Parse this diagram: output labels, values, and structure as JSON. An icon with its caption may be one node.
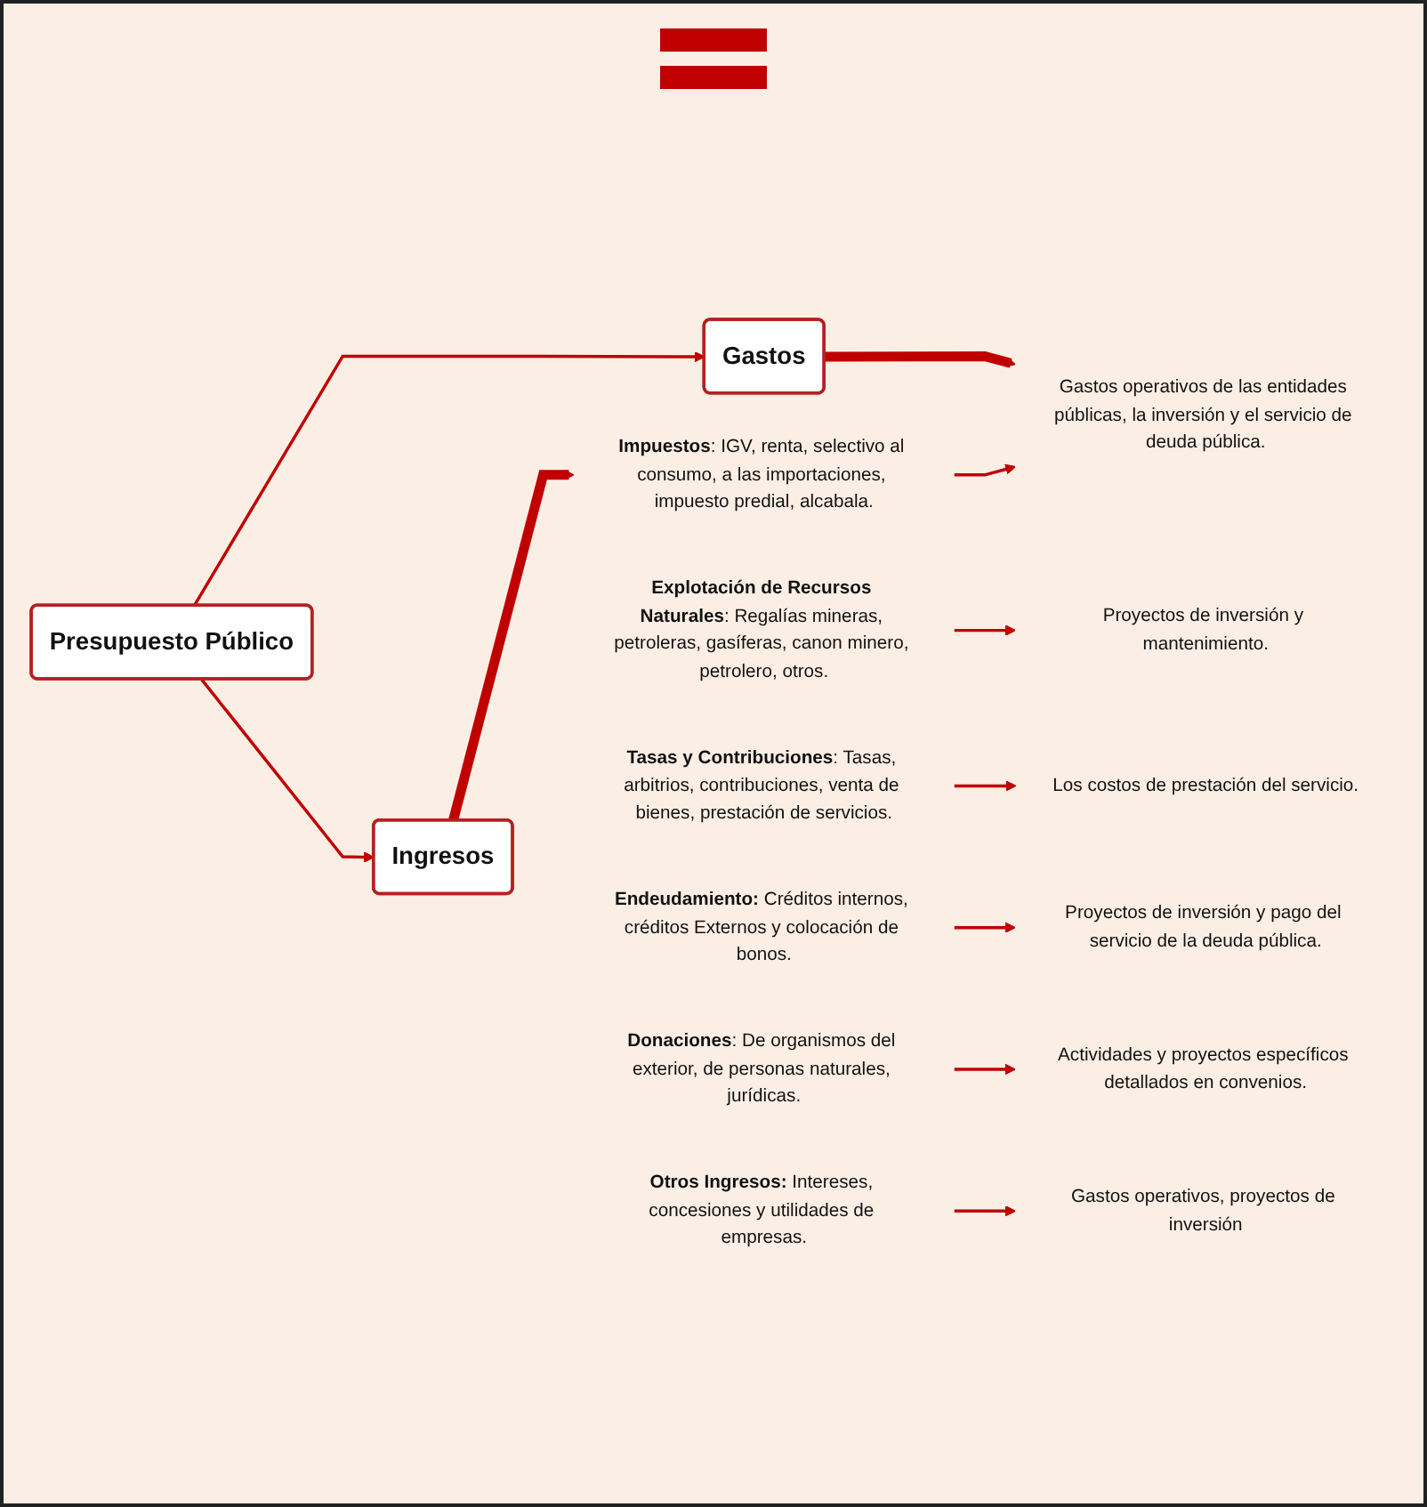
{
  "diagram": {
    "nodes": [
      {
        "text": [
          "Presupuesto Público"
        ]
      },
      {
        "text": [
          "Ingresos"
        ]
      },
      {
        "text": [
          "Gastos"
        ]
      },
      {
        "text": [
          "**Impuestos**: IGV, renta, selectivo al consumo, a las importaciones, impuesto predial, alcabala."
        ]
      },
      {
        "text": [
          "**Explotación de Recursos Naturales**: Regalías mineras, petroleras, gasíferas, canon minero, petrolero, otros."
        ]
      },
      {
        "text": [
          "**Tasas y Contribuciones**: Tasas, arbitrios, contribuciones, venta de bienes, prestación de servicios."
        ]
      },
      {
        "text": [
          "**Endeudamiento:** Créditos internos, créditos Externos y colocación de bonos."
        ]
      },
      {
        "text": [
          "**Donaciones**: De organismos del exterior, de personas naturales, jurídicas."
        ]
      },
      {
        "text": [
          "**Otros Ingresos:** Intereses, concesiones y utilidades de empresas."
        ]
      },
      {
        "text": [
          "Gastos operativos de las entidades públicas, la inversión y el servicio de deuda pública."
        ]
      },
      {
        "text": [
          "Proyectos de inversión y mantenimiento."
        ]
      },
      {
        "text": [
          "Los costos de prestación del servicio."
        ]
      },
      {
        "text": [
          "Proyectos de inversión y pago del servicio de la deuda pública."
        ]
      },
      {
        "text": [
          "Actividades y proyectos específicos detallados en convenios."
        ]
      },
      {
        "text": [
          "Gastos operativos, proyectos de inversión"
        ]
      }
    ],
    "edges": [
      {
        "from": 0,
        "to": 1,
        "arrow": "to"
      },
      {
        "from": 0,
        "to": 2,
        "arrow": "to"
      },
      {
        "from": 1,
        "to": 3,
        "arrow": "to",
        "style": "thick"
      },
      {
        "from": 2,
        "to": 9,
        "arrow": "to",
        "style": "thick"
      },
      {
        "from": 3,
        "to": 9,
        "arrow": "to"
      },
      {
        "from": 4,
        "to": 10,
        "arrow": "to"
      },
      {
        "from": 5,
        "to": 11,
        "arrow": "to"
      },
      {
        "from": 6,
        "to": 12,
        "arrow": "to"
      },
      {
        "from": 7,
        "to": 13,
        "arrow": "to"
      },
      {
        "from": 8,
        "to": 14,
        "arrow": "to"
      }
    ]
  }
}
